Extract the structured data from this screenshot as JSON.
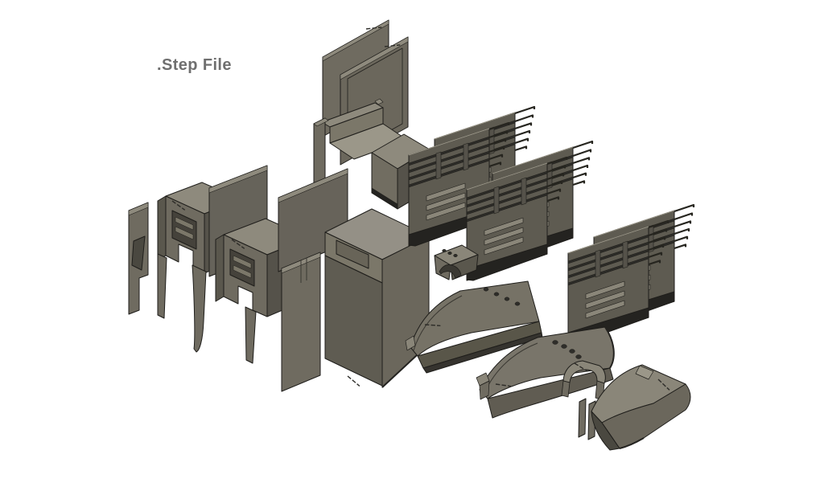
{
  "illustration": {
    "label": ".Step File",
    "kind": "exploded-view-3d-parts"
  },
  "palette": {
    "background": "#ffffff",
    "label_text": "#6f6f6f",
    "part_top": "#8e8a7d",
    "part_top_bright": "#9b9789",
    "part_face": "#6f6b60",
    "part_face_alt": "#615e54",
    "part_side": "#55524a",
    "part_dark": "#3a3832",
    "part_base": "#242320",
    "outline": "#1f1e1b"
  },
  "parts": [
    {
      "name": "flat-plate-back"
    },
    {
      "name": "flat-plate-front"
    },
    {
      "name": "u-channel-bracket"
    },
    {
      "name": "side-blade"
    },
    {
      "name": "bracket-tower-small"
    },
    {
      "name": "bracket-tower-large"
    },
    {
      "name": "center-back-plate"
    },
    {
      "name": "side-panel-notched"
    },
    {
      "name": "hood-assembly"
    },
    {
      "name": "arch-bracket-small"
    },
    {
      "name": "curved-roof-panel"
    },
    {
      "name": "fender-cover-left"
    },
    {
      "name": "arch-handle-bracket"
    },
    {
      "name": "support-legs"
    },
    {
      "name": "fender-cover-right"
    },
    {
      "name": "slat-grille-panel",
      "count": 6
    }
  ]
}
